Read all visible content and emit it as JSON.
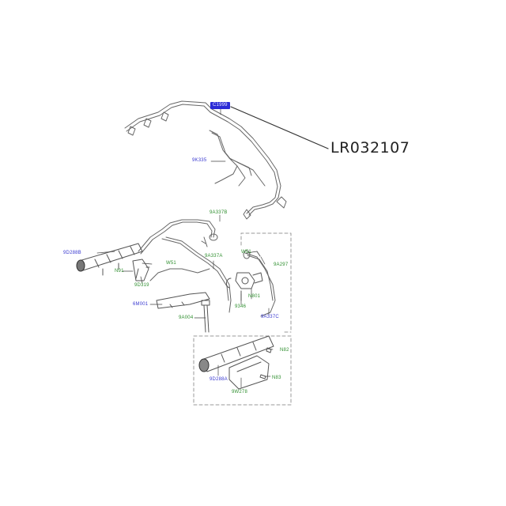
{
  "diagram": {
    "part_number": "LR032107",
    "highlight_color": "#2b2bd6",
    "callout_colors": {
      "blue": "#3a3ad0",
      "green": "#2f8f2f"
    },
    "callouts": [
      {
        "id": "c1",
        "text": "C1999",
        "color": "blue",
        "highlighted": true
      },
      {
        "id": "c2",
        "text": "9K335",
        "color": "blue"
      },
      {
        "id": "c3",
        "text": "9A337B",
        "color": "green"
      },
      {
        "id": "c4",
        "text": "9D288B",
        "color": "blue"
      },
      {
        "id": "c5",
        "text": "W51",
        "color": "green"
      },
      {
        "id": "c6",
        "text": "9A337A",
        "color": "green"
      },
      {
        "id": "c7",
        "text": "W51",
        "color": "green"
      },
      {
        "id": "c8",
        "text": "9A297",
        "color": "green"
      },
      {
        "id": "c9",
        "text": "N91",
        "color": "green"
      },
      {
        "id": "c10",
        "text": "9D319",
        "color": "green"
      },
      {
        "id": "c11",
        "text": "N801",
        "color": "green"
      },
      {
        "id": "c12",
        "text": "9346",
        "color": "green"
      },
      {
        "id": "c13",
        "text": "6M001",
        "color": "blue"
      },
      {
        "id": "c14",
        "text": "9A337C",
        "color": "blue"
      },
      {
        "id": "c15",
        "text": "9A004",
        "color": "green"
      },
      {
        "id": "c16",
        "text": "N82",
        "color": "green"
      },
      {
        "id": "c17",
        "text": "9D288A",
        "color": "blue"
      },
      {
        "id": "c18",
        "text": "N83",
        "color": "green"
      },
      {
        "id": "c19",
        "text": "9W278",
        "color": "green"
      }
    ]
  }
}
